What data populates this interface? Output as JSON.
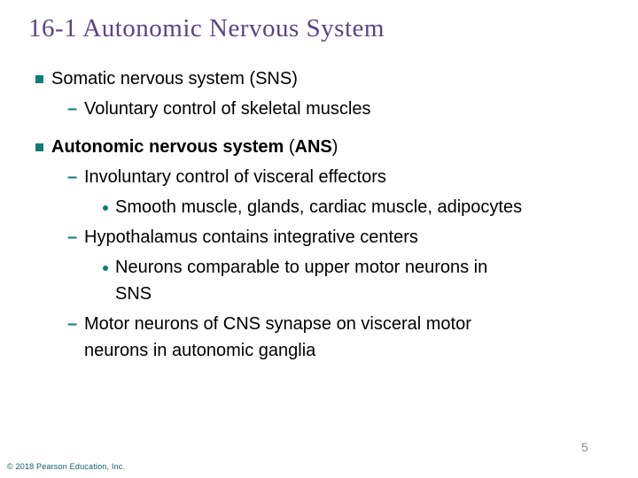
{
  "slide": {
    "title": "16-1 Autonomic Nervous System",
    "footer": "© 2018 Pearson Education, Inc.",
    "page_number": "5"
  },
  "colors": {
    "title": "#5b4388",
    "bullet_teal": "#117c76",
    "body_text": "#000000",
    "footer_text": "#0f5f5f",
    "page_number": "#8c8c8c",
    "background": "#ffffff"
  },
  "bullets": {
    "items": [
      {
        "level": 1,
        "marker": "square",
        "lines": [
          [
            {
              "t": "Somatic nervous system (SNS)",
              "b": false
            }
          ]
        ]
      },
      {
        "level": 2,
        "marker": "dash",
        "lines": [
          [
            {
              "t": "Voluntary control of skeletal muscles",
              "b": false
            }
          ]
        ]
      },
      {
        "level": 1,
        "marker": "square",
        "lines": [
          [
            {
              "t": "Autonomic nervous system",
              "b": true
            },
            {
              "t": " (",
              "b": false
            },
            {
              "t": "ANS",
              "b": true
            },
            {
              "t": ")",
              "b": false
            }
          ]
        ]
      },
      {
        "level": 2,
        "marker": "dash",
        "lines": [
          [
            {
              "t": "Involuntary control of visceral effectors",
              "b": false
            }
          ]
        ]
      },
      {
        "level": 3,
        "marker": "dot",
        "lines": [
          [
            {
              "t": "Smooth muscle, glands, cardiac muscle, adipocytes",
              "b": false
            }
          ]
        ]
      },
      {
        "level": 2,
        "marker": "dash",
        "lines": [
          [
            {
              "t": "Hypothalamus contains integrative centers",
              "b": false
            }
          ]
        ]
      },
      {
        "level": 3,
        "marker": "dot",
        "lines": [
          [
            {
              "t": "Neurons comparable to upper motor neurons in",
              "b": false
            }
          ],
          [
            {
              "t": "SNS",
              "b": false
            }
          ]
        ]
      },
      {
        "level": 2,
        "marker": "dash",
        "lines": [
          [
            {
              "t": "Motor neurons of CNS synapse on visceral motor",
              "b": false
            }
          ],
          [
            {
              "t": "neurons in autonomic ganglia",
              "b": false
            }
          ]
        ]
      }
    ]
  }
}
